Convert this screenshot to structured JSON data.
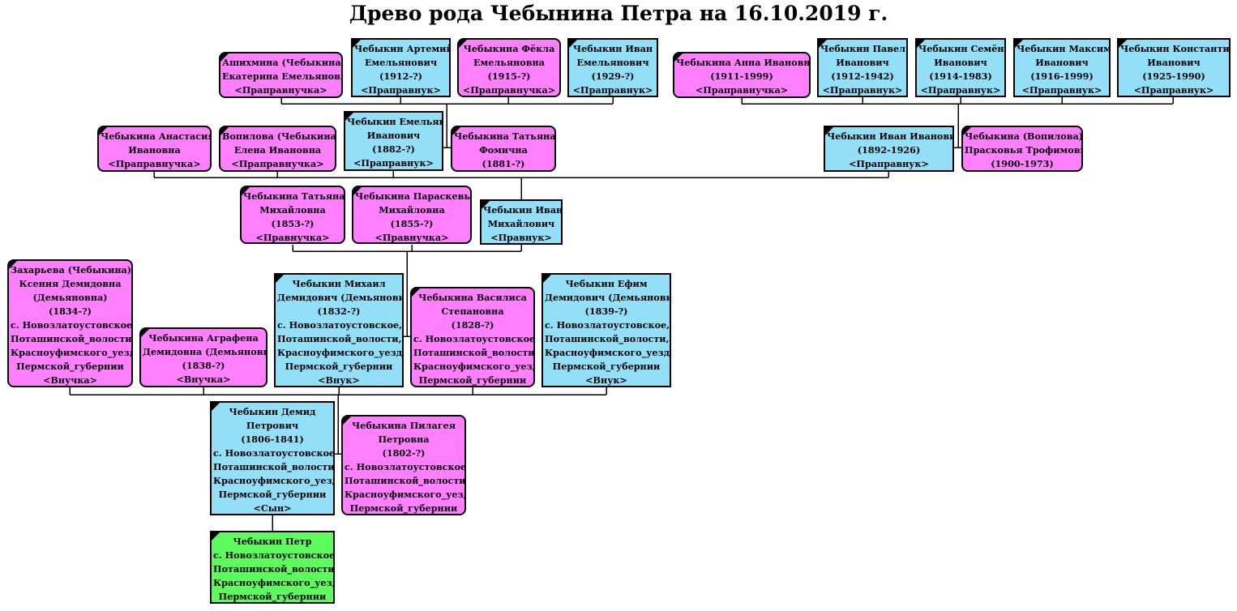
{
  "title": "Древо рода Чебынина Петра на 16.10.2019 г.",
  "colors": {
    "male": "#93dff8",
    "female": "#ff80ff",
    "self": "#5dfb5d",
    "line": "#000000"
  },
  "persons": [
    {
      "id": "p1",
      "sex": "f",
      "lines": [
        "Ашихмина (Чебыкина)",
        "Екатерина Емельяновна",
        "<Праправнучка>"
      ]
    },
    {
      "id": "p2",
      "sex": "m",
      "lines": [
        "Чебыкин Артемий",
        "Емельянович",
        "(1912-?)",
        "<Праправнук>"
      ]
    },
    {
      "id": "p3",
      "sex": "f",
      "lines": [
        "Чебыкина Фёкла",
        "Емельяновна",
        "(1915-?)",
        "<Праправнучка>"
      ]
    },
    {
      "id": "p4",
      "sex": "m",
      "lines": [
        "Чебыкин Иван",
        "Емельянович",
        "(1929-?)",
        "<Праправнук>"
      ]
    },
    {
      "id": "p5",
      "sex": "f",
      "lines": [
        "Чебыкина Анна Ивановна",
        "(1911-1999)",
        "<Праправнучка>"
      ]
    },
    {
      "id": "p6",
      "sex": "m",
      "lines": [
        "Чебыкин Павел",
        "Иванович",
        "(1912-1942)",
        "<Праправнук>"
      ]
    },
    {
      "id": "p7",
      "sex": "m",
      "lines": [
        "Чебыкин Семён",
        "Иванович",
        "(1914-1983)",
        "<Праправнук>"
      ]
    },
    {
      "id": "p8",
      "sex": "m",
      "lines": [
        "Чебыкин Максим",
        "Иванович",
        "(1916-1999)",
        "<Праправнук>"
      ]
    },
    {
      "id": "p9",
      "sex": "m",
      "lines": [
        "Чебыкин Константин",
        "Иванович",
        "(1925-1990)",
        "<Праправнук>"
      ]
    },
    {
      "id": "p10",
      "sex": "f",
      "lines": [
        "Чебыкина Анастасия",
        "Ивановна",
        "<Праправнучка>"
      ]
    },
    {
      "id": "p11",
      "sex": "f",
      "lines": [
        "Вопилова (Чебыкина)",
        "Елена Ивановна",
        "<Праправнучка>"
      ]
    },
    {
      "id": "p12",
      "sex": "m",
      "lines": [
        "Чебыкин Емельян",
        "Иванович",
        "(1882-?)",
        "<Праправнук>"
      ]
    },
    {
      "id": "p13",
      "sex": "f",
      "lines": [
        "Чебыкина Татьяна",
        "Фомична",
        "(1881-?)"
      ]
    },
    {
      "id": "p14",
      "sex": "m",
      "lines": [
        "Чебыкин Иван Иванович",
        "(1892-1926)",
        "<Праправнук>"
      ]
    },
    {
      "id": "p15",
      "sex": "f",
      "lines": [
        "Чебыкина (Вопилова)",
        "Прасковья Трофимовна",
        "(1900-1973)"
      ]
    },
    {
      "id": "p16",
      "sex": "f",
      "lines": [
        "Чебыкина Татьяна",
        "Михайловна",
        "(1853-?)",
        "<Правнучка>"
      ]
    },
    {
      "id": "p17",
      "sex": "f",
      "lines": [
        "Чебыкина Параскевья",
        "Михайловна",
        "(1855-?)",
        "<Правнучка>"
      ]
    },
    {
      "id": "p18",
      "sex": "m",
      "lines": [
        "Чебыкин Иван",
        "Михайлович",
        "<Правнук>"
      ]
    },
    {
      "id": "p19",
      "sex": "f",
      "lines": [
        "Захарьева (Чебыкина)",
        "Ксения Демидовна",
        "(Демьяновна)",
        "(1834-?)",
        "с. Новозлатоустовское,",
        "Поташинской_волости,",
        "Красноуфимского_уезда,",
        "Пермской_губернии",
        "<Внучка>"
      ]
    },
    {
      "id": "p20",
      "sex": "f",
      "lines": [
        "Чебыкина Аграфена",
        "Демидовна (Демьяновна)",
        "(1838-?)",
        "<Внучка>"
      ]
    },
    {
      "id": "p21",
      "sex": "m",
      "lines": [
        "Чебыкин Михаил",
        "Демидович (Демьянович)",
        "(1832-?)",
        "с. Новозлатоустовское,",
        "Поташинской_волости,",
        "Красноуфимского_уезда,",
        "Пермской_губернии",
        "<Внук>"
      ]
    },
    {
      "id": "p22",
      "sex": "f",
      "lines": [
        "Чебыкина Василиса",
        "Степановна",
        "(1828-?)",
        "с. Новозлатоустовское,",
        "Поташинской_волости,",
        "Красноуфимского_уезда,",
        "Пермской_губернии"
      ]
    },
    {
      "id": "p23",
      "sex": "m",
      "lines": [
        "Чебыкин Ефим",
        "Демидович (Демьянович)",
        "(1839-?)",
        "с. Новозлатоустовское,",
        "Поташинской_волости,",
        "Красноуфимского_уезда,",
        "Пермской_губернии",
        "<Внук>"
      ]
    },
    {
      "id": "p24",
      "sex": "m",
      "lines": [
        "Чебыкин Демид",
        "Петрович",
        "(1806-1841)",
        "с. Новозлатоустовское,",
        "Поташинской_волости,",
        "Красноуфимского_уезда,",
        "Пермской_губернии",
        "<Сын>"
      ]
    },
    {
      "id": "p25",
      "sex": "f",
      "lines": [
        "Чебыкина Пилагея",
        "Петровна",
        "(1802-?)",
        "с. Новозлатоустовское,",
        "Поташинской_волости,",
        "Красноуфимского_уезда,",
        "Пермской_губернии"
      ]
    },
    {
      "id": "p26",
      "sex": "root",
      "lines": [
        "Чебыкин Петр",
        "с. Новозлатоустовское,",
        "Поташинской_волости,",
        "Красноуфимского_уезда,",
        "Пермской_губернии"
      ]
    }
  ]
}
